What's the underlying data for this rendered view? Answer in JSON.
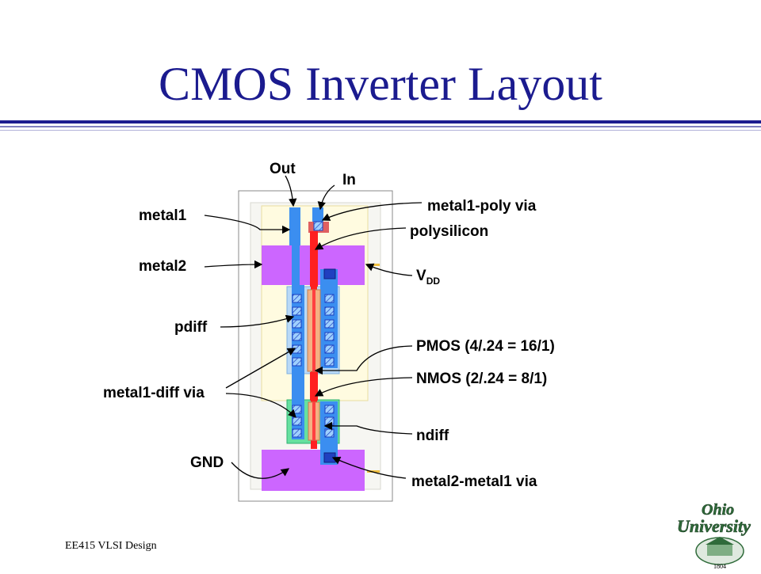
{
  "slide": {
    "title": "CMOS Inverter Layout",
    "footer": "EE415 VLSI Design"
  },
  "labels": {
    "out": "Out",
    "in": "In",
    "metal1": "metal1",
    "metal2": "metal2",
    "pdiff": "pdiff",
    "metal1_diff_via": "metal1-diff via",
    "gnd": "GND",
    "metal1_poly_via": "metal1-poly via",
    "polysilicon": "polysilicon",
    "vdd_main": "V",
    "vdd_sub": "DD",
    "pmos": "PMOS (4/.24 = 16/1)",
    "nmos": "NMOS (2/.24 = 8/1)",
    "ndiff": "ndiff",
    "metal2_metal1_via": "metal2-metal1 via"
  },
  "logo": {
    "line1": "Ohio",
    "line2": "University",
    "year": "1804"
  },
  "colors": {
    "title": "#1b1b8f",
    "metal1": "#3b8ef0",
    "metal2": "#cc66ff",
    "polysilicon": "#ff2020",
    "pdiff": "#f4b183",
    "ndiff": "#66e0a0",
    "via": "#1b3fbf",
    "nwell": "#fffbe0"
  }
}
